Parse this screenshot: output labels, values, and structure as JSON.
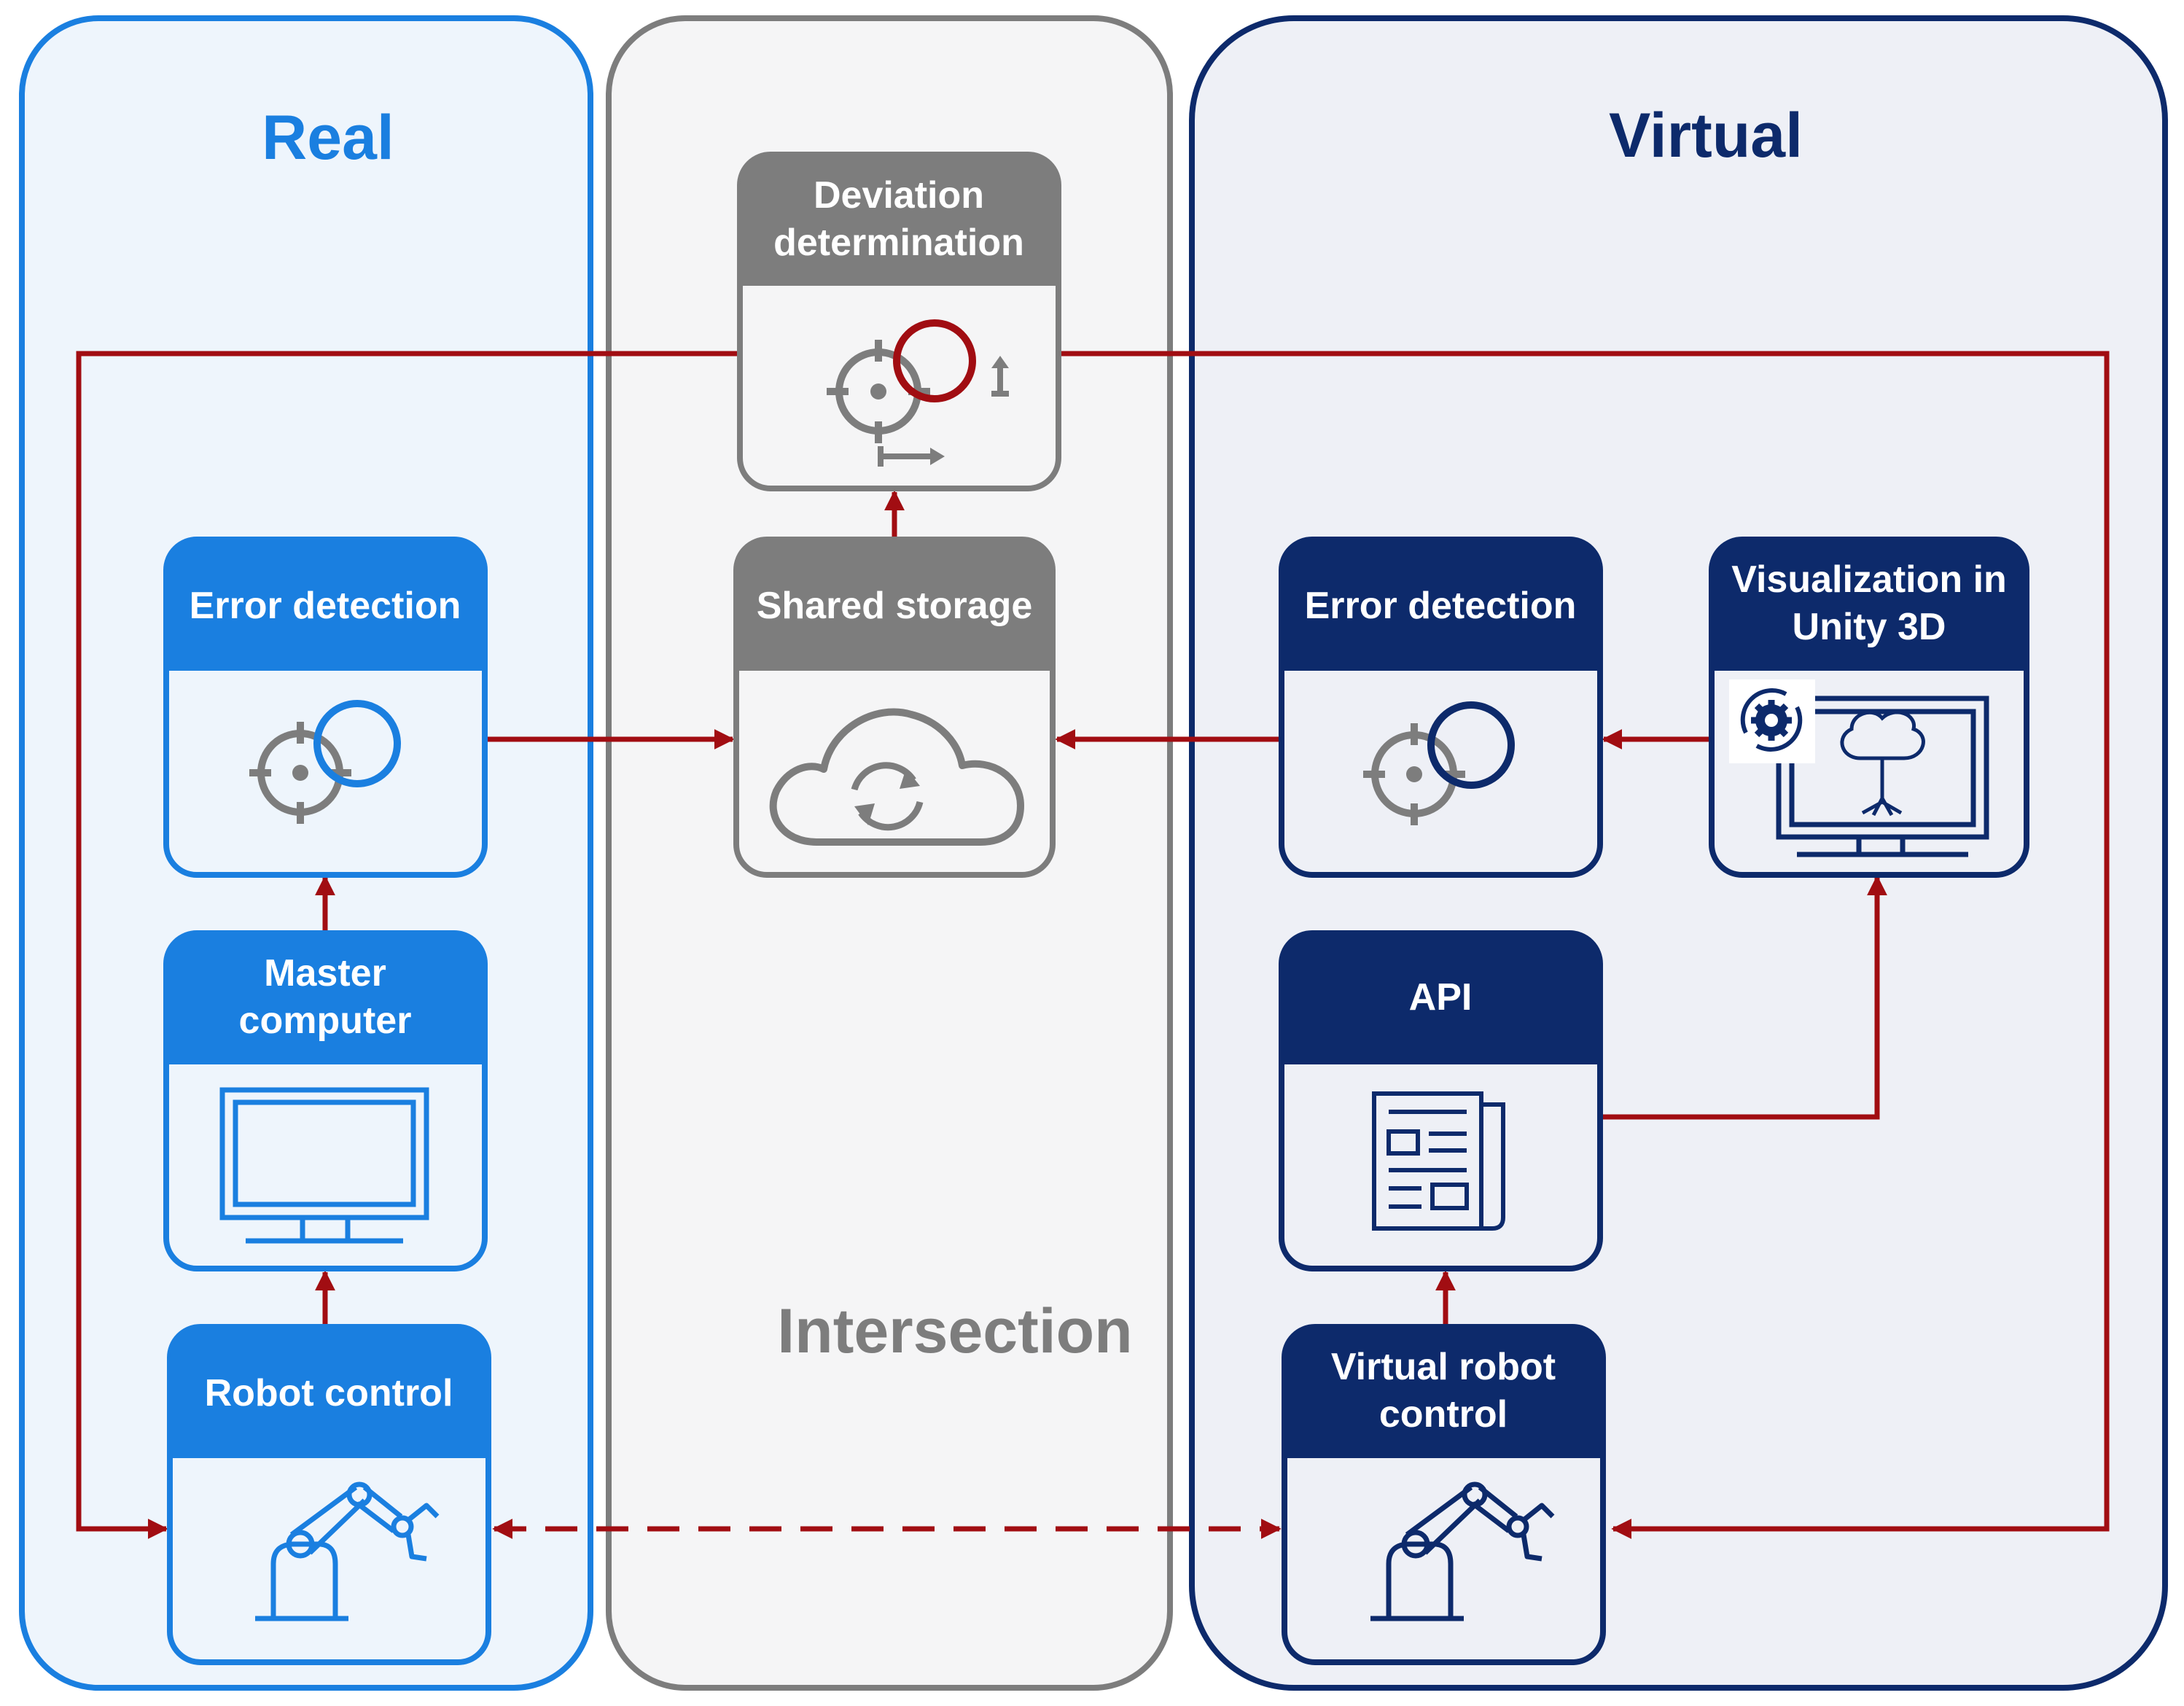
{
  "panels": {
    "real": {
      "title": "Real"
    },
    "intersection": {
      "title": "Intersection"
    },
    "virtual": {
      "title": "Virtual"
    }
  },
  "boxes": {
    "deviation": {
      "line1": "Deviation",
      "line2": "determination"
    },
    "shared_storage": {
      "line1": "Shared storage"
    },
    "real_error": {
      "line1": "Error detection"
    },
    "master_computer": {
      "line1": "Master",
      "line2": "computer"
    },
    "robot_control": {
      "line1": "Robot control"
    },
    "virtual_error": {
      "line1": "Error detection"
    },
    "visualization": {
      "line1": "Visualization in",
      "line2": "Unity 3D"
    },
    "api": {
      "line1": "API"
    },
    "virtual_robot": {
      "line1": "Virtual robot",
      "line2": "control"
    }
  },
  "colors": {
    "real": "#1a7fe0",
    "real_bg": "#eef5fc",
    "intersection": "#7d7d7d",
    "intersection_bg": "#f5f5f6",
    "virtual": "#0d2a6b",
    "virtual_bg": "#eef0f6",
    "arrow": "#a10d12",
    "icon_gray": "#7d7d7d"
  },
  "icons": {
    "deviation": "target-deviation-icon",
    "shared_storage": "cloud-sync-icon",
    "real_error": "target-error-icon",
    "master_computer": "monitor-icon",
    "robot_control": "robot-arm-icon",
    "virtual_error": "target-error-icon",
    "visualization": "unity-monitor-icon",
    "api": "document-icon",
    "virtual_robot": "robot-arm-icon"
  }
}
